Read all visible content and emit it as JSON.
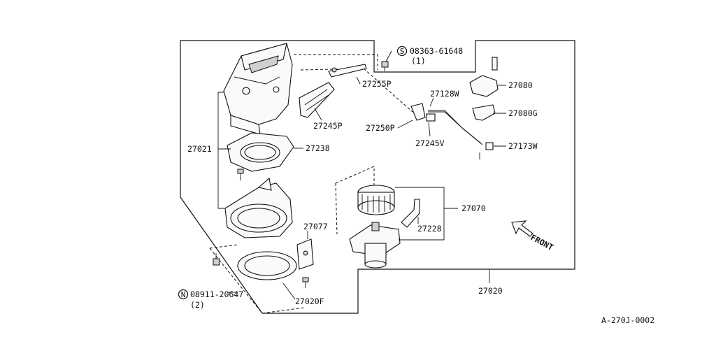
{
  "diagram": {
    "labels": {
      "p27021": "27021",
      "p27238": "27238",
      "p27245P": "27245P",
      "p27255P": "27255P",
      "p27250P": "27250P",
      "p27245V": "27245V",
      "p27128W": "27128W",
      "p27080": "27080",
      "p27080G": "27080G",
      "p27173W": "27173W",
      "p27070": "27070",
      "p27228": "27228",
      "p27077": "27077",
      "p27020F": "27020F",
      "p27020": "27020",
      "bolt_s_part": "08363-61648",
      "bolt_s_qty": "(1)",
      "nut_n_part": "08911-20647",
      "nut_n_qty": "(2)",
      "front": "FRONT",
      "drawing_id": "A-270J-0002"
    },
    "symbols": {
      "s": "S",
      "n": "N"
    }
  }
}
